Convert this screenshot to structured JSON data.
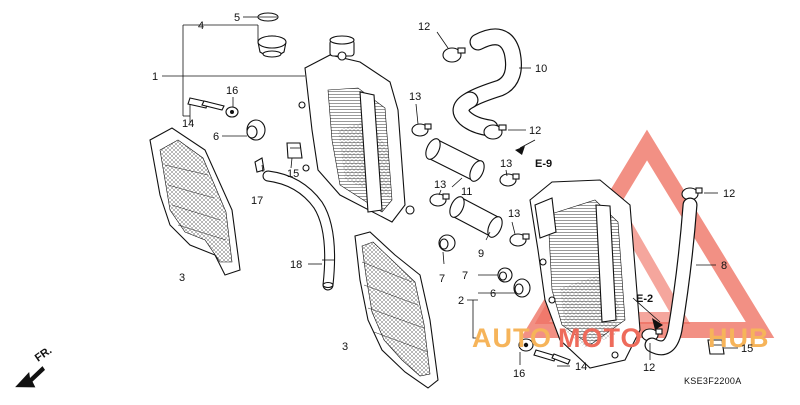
{
  "diagram": {
    "callouts": {
      "c1": "1",
      "c2": "2",
      "c3a": "3",
      "c3b": "3",
      "c4": "4",
      "c5": "5",
      "c6a": "6",
      "c6b": "6",
      "c7a": "7",
      "c7b": "7",
      "c8": "8",
      "c9": "9",
      "c10": "10",
      "c11": "11",
      "c12a": "12",
      "c12b": "12",
      "c12c": "12",
      "c12d": "12",
      "c13a": "13",
      "c13b": "13",
      "c13c": "13",
      "c13d": "13",
      "c14a": "14",
      "c14b": "14",
      "c15a": "15",
      "c15b": "15",
      "c16a": "16",
      "c16b": "16",
      "c17": "17",
      "c18": "18"
    },
    "refs": {
      "e9": "E-9",
      "e2": "E-2"
    },
    "front_marker": "FR.",
    "drawing_code": "KSE3F2200A"
  },
  "watermark": {
    "part1": "AUTO",
    "part2": "MOTO",
    "part3": "HUB"
  },
  "colors": {
    "watermark_red": "#ee6b5b",
    "watermark_orange": "#f6b45a",
    "ink": "#111111"
  }
}
